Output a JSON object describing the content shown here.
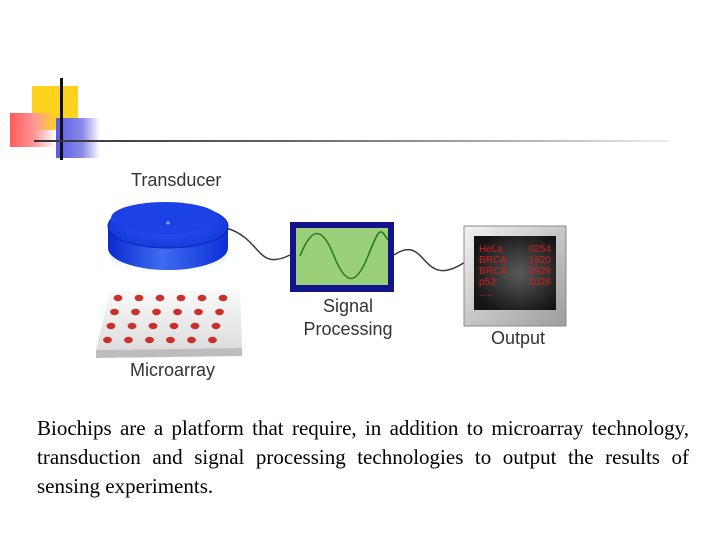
{
  "labels": {
    "transducer": "Transducer",
    "signal_line1": "Signal",
    "signal_line2": "Processing",
    "output": "Output",
    "microarray": "Microarray"
  },
  "output_screen": {
    "rows": [
      {
        "name": "HeLa",
        "value": "0254"
      },
      {
        "name": "BRCA",
        "value": "1920"
      },
      {
        "name": "BRCA",
        "value": "2929"
      },
      {
        "name": "p53",
        "value": "1026"
      }
    ],
    "more": "....."
  },
  "caption": "Biochips are a platform that require, in addition to microarray technology, transduction and signal processing technologies to output the results of sensing experiments.",
  "colors": {
    "transducer_blue": "#1a3fe0",
    "wave_green": "#2f7a1e",
    "screen_red": "#d42020",
    "dot_red": "#c8302a"
  }
}
